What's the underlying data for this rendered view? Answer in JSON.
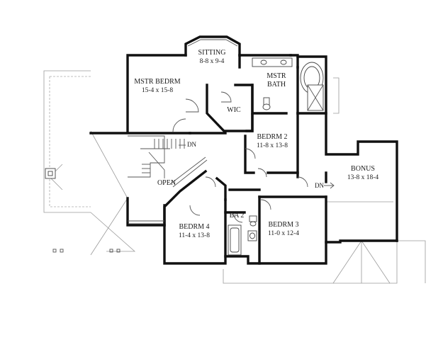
{
  "rooms": {
    "sitting": {
      "name": "SITTING",
      "size": "8-8 x 9-4"
    },
    "master_bedroom": {
      "name": "MSTR BEDRM",
      "size": "15-4 x 15-8"
    },
    "master_bath": {
      "line1": "MSTR",
      "line2": "BATH"
    },
    "walk_in_closet": {
      "name": "WIC"
    },
    "bedroom_2": {
      "name": "BEDRM 2",
      "size": "11-8 x 13-8"
    },
    "bonus": {
      "name": "BONUS",
      "size": "13-8 x 18-4"
    },
    "open": {
      "name": "OPEN"
    },
    "bath_2": {
      "name": "BA 2"
    },
    "bedroom_3": {
      "name": "BEDRM 3",
      "size": "11-0 x 12-4"
    },
    "bedroom_4": {
      "name": "BEDRM 4",
      "size": "11-4 x 13-8"
    }
  },
  "stairs": {
    "main_down": "DN",
    "bonus_down": "DN"
  }
}
